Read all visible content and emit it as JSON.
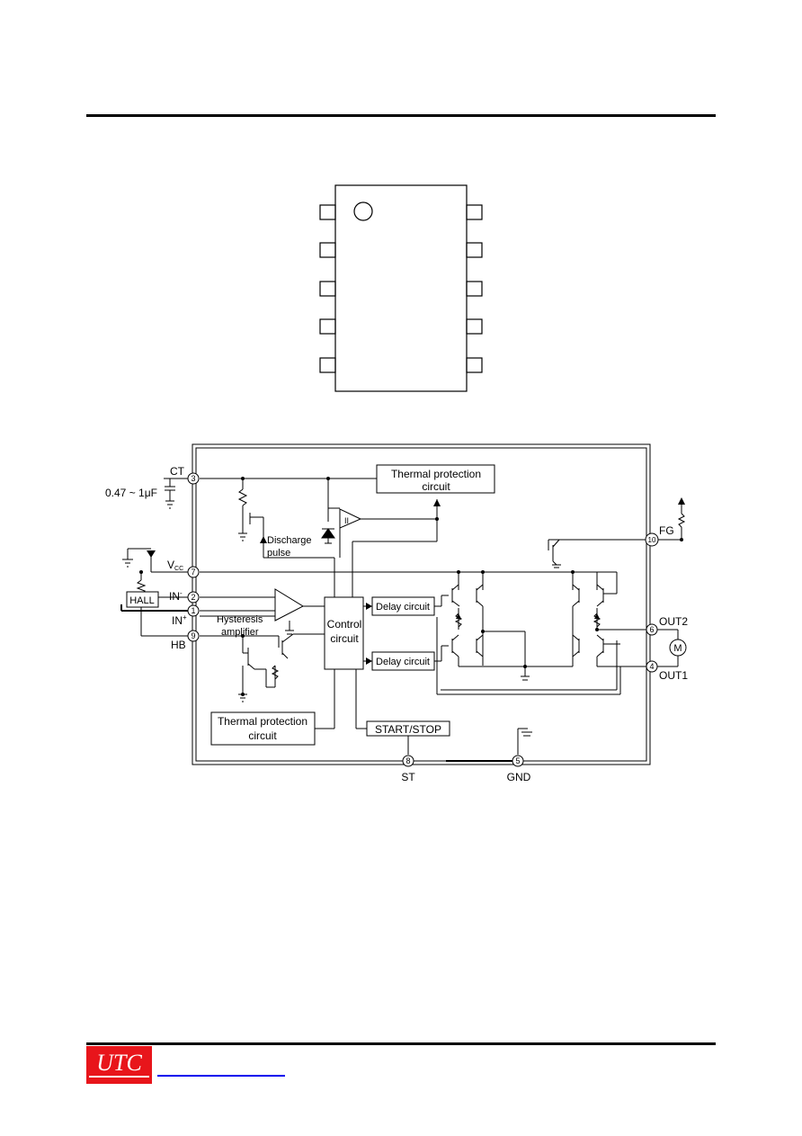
{
  "company": {
    "logo_text": "UTC"
  },
  "block_diagram": {
    "labels": {
      "ct_pin": "CT",
      "capacitor": "0.47 ~ 1μF",
      "thermal_top": [
        "Thermal protection",
        "circuit"
      ],
      "discharge": [
        "Discharge",
        "pulse"
      ],
      "fg_pin": "FG",
      "vcc": "V",
      "vcc_sub": "CC",
      "hall": "HALL",
      "in_minus": "IN",
      "in_minus_sup": "-",
      "in_plus": "IN",
      "in_plus_sup": "+",
      "hysteresis": [
        "Hysteresis",
        "amplifier"
      ],
      "hb_pin": "HB",
      "control": [
        "Control",
        "circuit"
      ],
      "delay_top": "Delay circuit",
      "delay_bottom": "Delay circuit",
      "out2": "OUT2",
      "out1": "OUT1",
      "motor": "M",
      "thermal_bottom": [
        "Thermal protection",
        "circuit"
      ],
      "start_stop": "START/STOP",
      "st_pin": "ST",
      "gnd_pin": "GND"
    },
    "pin_numbers": {
      "ct": "3",
      "fg": "10",
      "vcc": "7",
      "in_minus": "2",
      "in_plus": "1",
      "hb": "9",
      "out2": "6",
      "out1": "4",
      "st": "8",
      "gnd": "5"
    }
  }
}
